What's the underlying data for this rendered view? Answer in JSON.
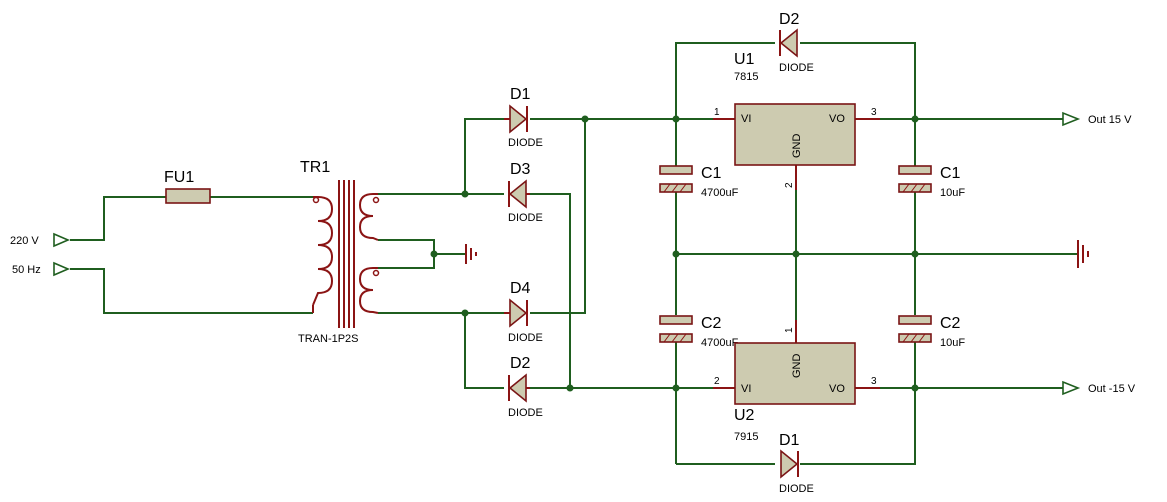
{
  "diagram": {
    "colors": {
      "wire": "#1f5e1f",
      "component": "#8b1414",
      "body_fill": "#cdcbb0",
      "text": "#000000"
    },
    "inputs": {
      "voltage": "220 V",
      "frequency": "50 Hz"
    },
    "outputs": {
      "positive": "Out 15 V",
      "negative": "Out -15 V"
    },
    "fuse": {
      "ref": "FU1"
    },
    "transformer": {
      "ref": "TR1",
      "type": "TRAN-1P2S"
    },
    "diodes": {
      "d1": {
        "ref": "D1",
        "type": "DIODE"
      },
      "d3": {
        "ref": "D3",
        "type": "DIODE"
      },
      "d4": {
        "ref": "D4",
        "type": "DIODE"
      },
      "d2": {
        "ref": "D2",
        "type": "DIODE"
      },
      "d2_top": {
        "ref": "D2",
        "type": "DIODE"
      },
      "d1_bottom": {
        "ref": "D1",
        "type": "DIODE"
      }
    },
    "capacitors": {
      "c1_in": {
        "ref": "C1",
        "value": "4700uF"
      },
      "c2_in": {
        "ref": "C2",
        "value": "4700uF"
      },
      "c1_out": {
        "ref": "C1",
        "value": "10uF"
      },
      "c2_out": {
        "ref": "C2",
        "value": "10uF"
      }
    },
    "regulators": {
      "u1": {
        "ref": "U1",
        "part": "7815",
        "vi": "VI",
        "vo": "VO",
        "gnd": "GND",
        "pin_in": "1",
        "pin_out": "3",
        "pin_gnd": "2"
      },
      "u2": {
        "ref": "U2",
        "part": "7915",
        "vi": "VI",
        "vo": "VO",
        "gnd": "GND",
        "pin_in": "2",
        "pin_out": "3",
        "pin_gnd": "1"
      }
    }
  }
}
